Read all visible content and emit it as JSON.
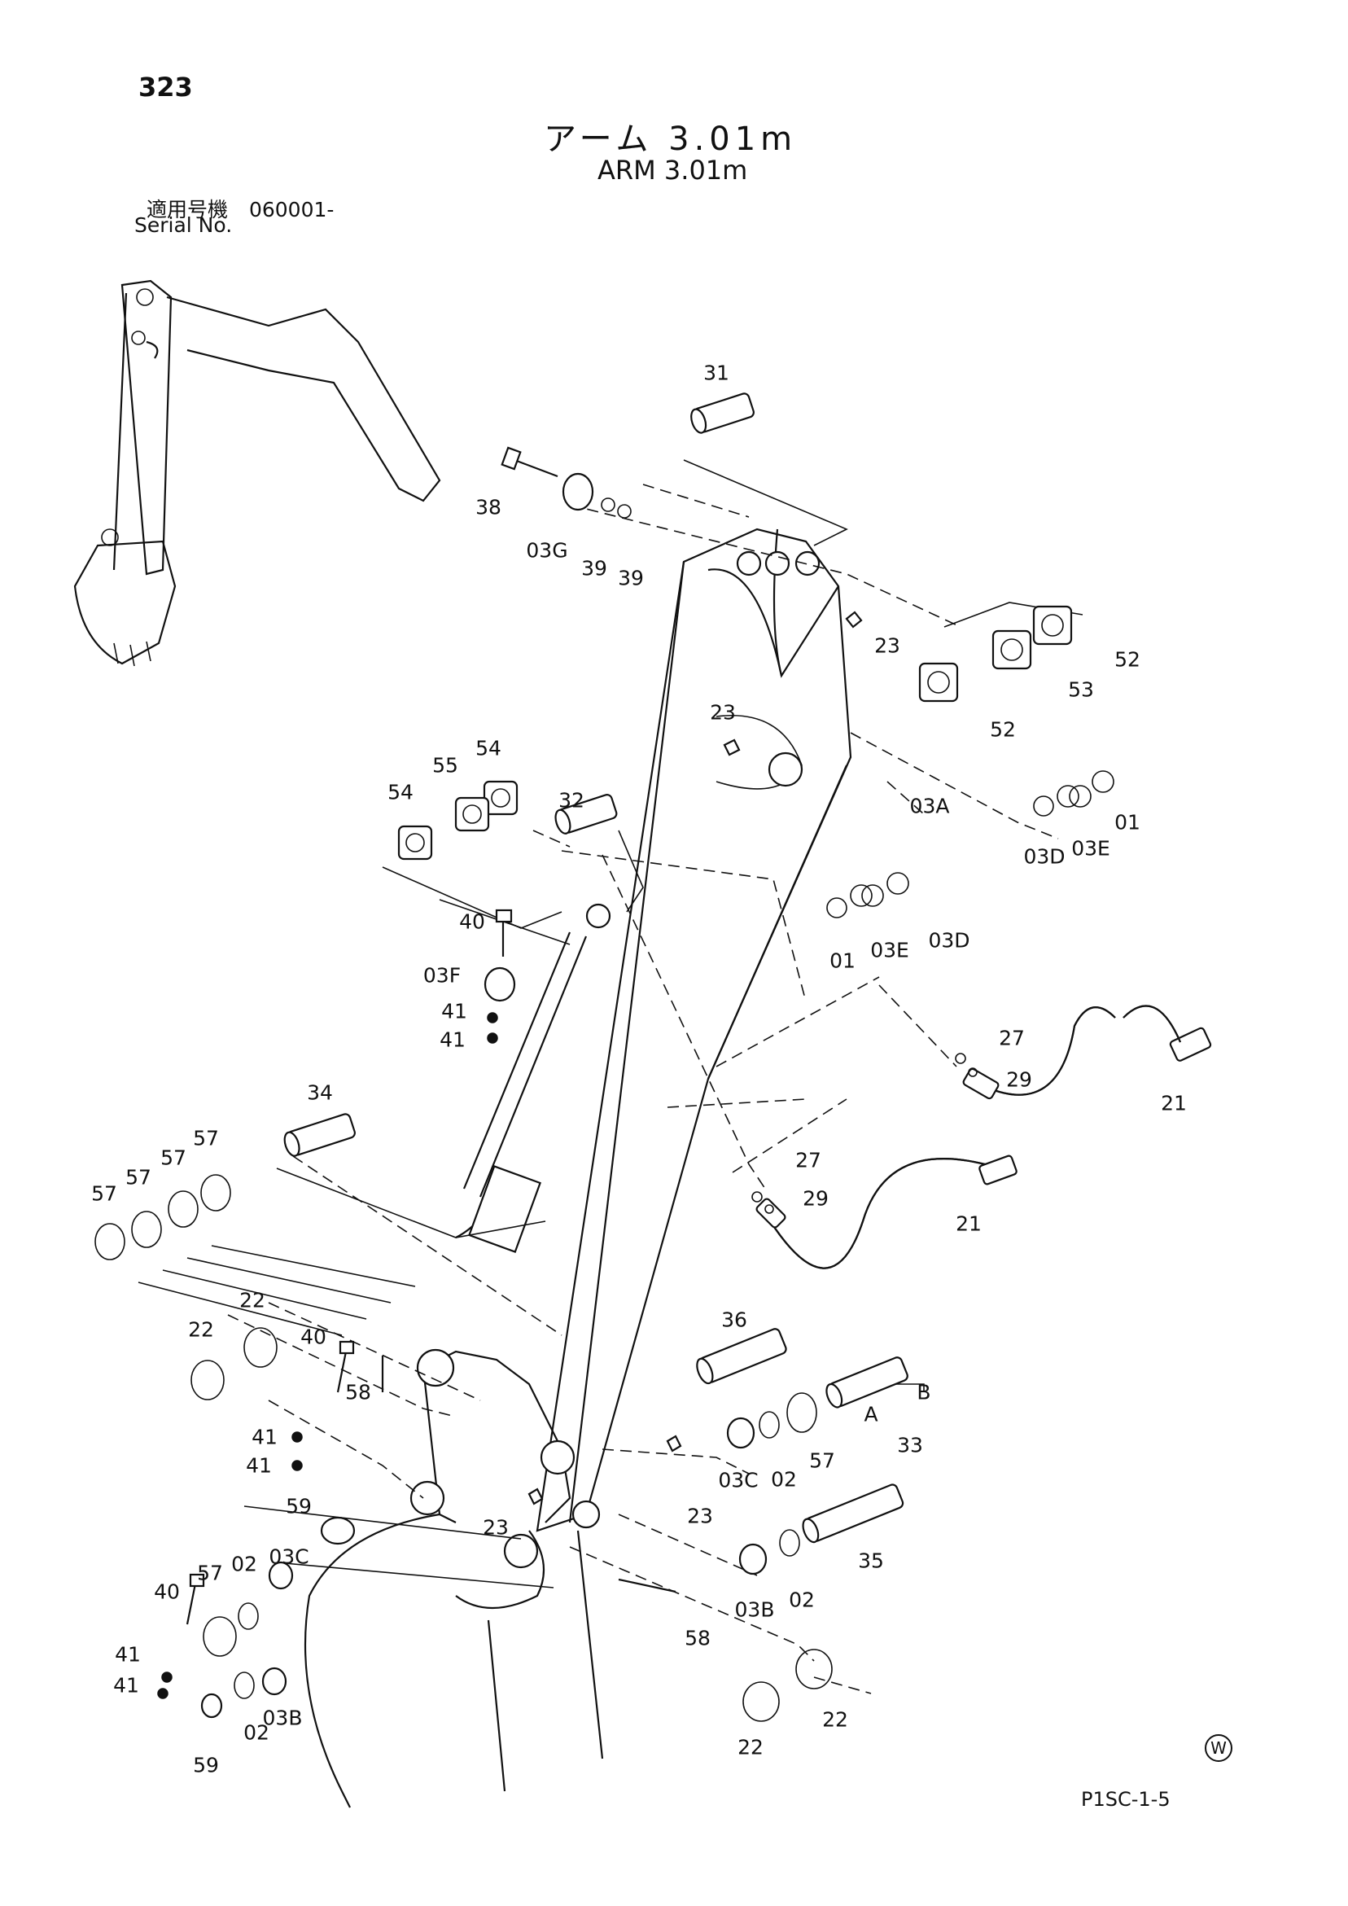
{
  "page_number": "323",
  "title_jp": "アーム 3.01m",
  "title_en": "ARM 3.01m",
  "serial_label_jp": "適用号機",
  "serial_value": "060001-",
  "serial_label_en": "Serial No.",
  "footer_code": "P1SC-1-5",
  "mark": "W",
  "callouts": [
    {
      "id": "c-31",
      "text": "31"
    },
    {
      "id": "c-38",
      "text": "38"
    },
    {
      "id": "c-03g",
      "text": "03G"
    },
    {
      "id": "c-39a",
      "text": "39"
    },
    {
      "id": "c-39b",
      "text": "39"
    },
    {
      "id": "c-23a",
      "text": "23"
    },
    {
      "id": "c-23b",
      "text": "23"
    },
    {
      "id": "c-52a",
      "text": "52"
    },
    {
      "id": "c-53",
      "text": "53"
    },
    {
      "id": "c-52b",
      "text": "52"
    },
    {
      "id": "c-03a",
      "text": "03A"
    },
    {
      "id": "c-01a",
      "text": "01"
    },
    {
      "id": "c-03d-a",
      "text": "03D"
    },
    {
      "id": "c-03e-a",
      "text": "03E"
    },
    {
      "id": "c-01b",
      "text": "01"
    },
    {
      "id": "c-03e-b",
      "text": "03E"
    },
    {
      "id": "c-03d-b",
      "text": "03D"
    },
    {
      "id": "c-54a",
      "text": "54"
    },
    {
      "id": "c-55",
      "text": "55"
    },
    {
      "id": "c-54b",
      "text": "54"
    },
    {
      "id": "c-32",
      "text": "32"
    },
    {
      "id": "c-40a",
      "text": "40"
    },
    {
      "id": "c-03f",
      "text": "03F"
    },
    {
      "id": "c-41a",
      "text": "41"
    },
    {
      "id": "c-41b",
      "text": "41"
    },
    {
      "id": "c-27a",
      "text": "27"
    },
    {
      "id": "c-29a",
      "text": "29"
    },
    {
      "id": "c-21a",
      "text": "21"
    },
    {
      "id": "c-27b",
      "text": "27"
    },
    {
      "id": "c-29b",
      "text": "29"
    },
    {
      "id": "c-21b",
      "text": "21"
    },
    {
      "id": "c-34",
      "text": "34"
    },
    {
      "id": "c-57a",
      "text": "57"
    },
    {
      "id": "c-57b",
      "text": "57"
    },
    {
      "id": "c-57c",
      "text": "57"
    },
    {
      "id": "c-57d",
      "text": "57"
    },
    {
      "id": "c-22a",
      "text": "22"
    },
    {
      "id": "c-22b",
      "text": "22"
    },
    {
      "id": "c-40b",
      "text": "40"
    },
    {
      "id": "c-58a",
      "text": "58"
    },
    {
      "id": "c-41c",
      "text": "41"
    },
    {
      "id": "c-41d",
      "text": "41"
    },
    {
      "id": "c-36",
      "text": "36"
    },
    {
      "id": "c-b",
      "text": "B"
    },
    {
      "id": "c-a",
      "text": "A"
    },
    {
      "id": "c-33",
      "text": "33"
    },
    {
      "id": "c-03c-a",
      "text": "03C"
    },
    {
      "id": "c-02a",
      "text": "02"
    },
    {
      "id": "c-57e",
      "text": "57"
    },
    {
      "id": "c-59a",
      "text": "59"
    },
    {
      "id": "c-23c",
      "text": "23"
    },
    {
      "id": "c-23d",
      "text": "23"
    },
    {
      "id": "c-35",
      "text": "35"
    },
    {
      "id": "c-03b-a",
      "text": "03B"
    },
    {
      "id": "c-02b",
      "text": "02"
    },
    {
      "id": "c-58b",
      "text": "58"
    },
    {
      "id": "c-57f",
      "text": "57"
    },
    {
      "id": "c-02c",
      "text": "02"
    },
    {
      "id": "c-03c-b",
      "text": "03C"
    },
    {
      "id": "c-40c",
      "text": "40"
    },
    {
      "id": "c-41e",
      "text": "41"
    },
    {
      "id": "c-41f",
      "text": "41"
    },
    {
      "id": "c-03b-b",
      "text": "03B"
    },
    {
      "id": "c-02d",
      "text": "02"
    },
    {
      "id": "c-59b",
      "text": "59"
    },
    {
      "id": "c-22c",
      "text": "22"
    },
    {
      "id": "c-22d",
      "text": "22"
    }
  ]
}
